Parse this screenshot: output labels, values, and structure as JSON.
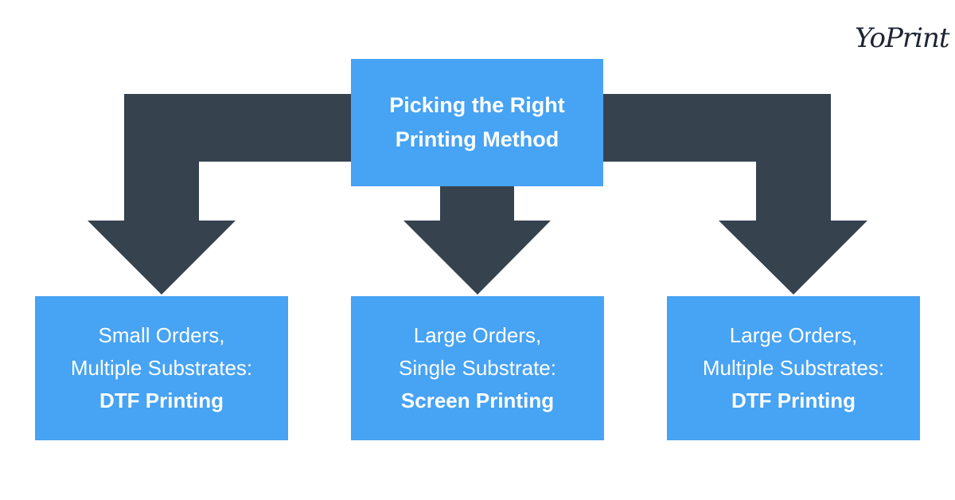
{
  "logo": "YoPrint",
  "colors": {
    "box": "#47a3f3",
    "arrow": "#37424f"
  },
  "center": {
    "line1": "Picking the Right",
    "line2": "Printing Method"
  },
  "options": [
    {
      "line1": "Small Orders,",
      "line2": "Multiple Substrates:",
      "method": "DTF Printing"
    },
    {
      "line1": "Large Orders,",
      "line2": "Single Substrate:",
      "method": "Screen Printing"
    },
    {
      "line1": "Large Orders,",
      "line2": "Multiple Substrates:",
      "method": "DTF Printing"
    }
  ]
}
